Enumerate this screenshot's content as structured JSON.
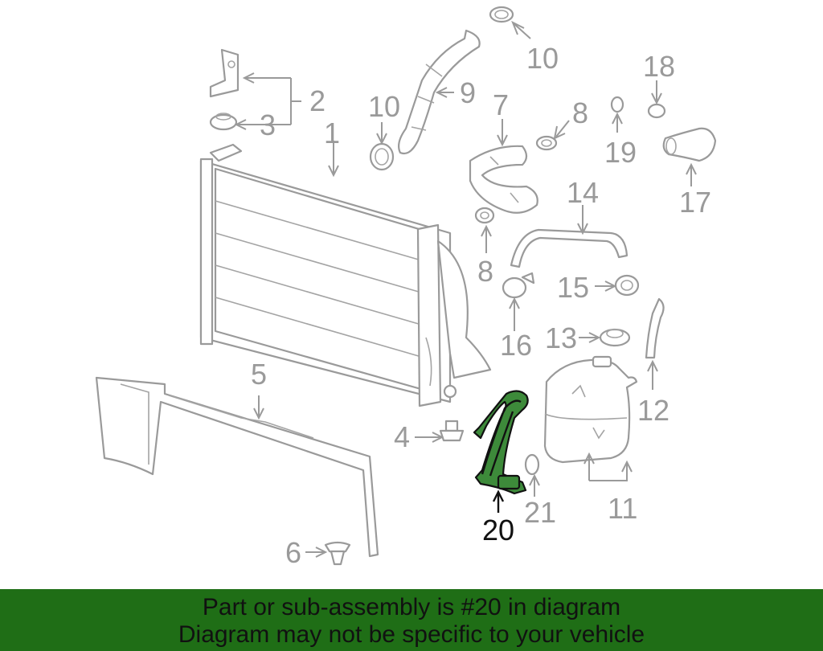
{
  "labels": {
    "p1": "1",
    "p2": "2",
    "p3": "3",
    "p4": "4",
    "p5": "5",
    "p6": "6",
    "p7": "7",
    "p8a": "8",
    "p8b": "8",
    "p9": "9",
    "p10a": "10",
    "p10b": "10",
    "p11": "11",
    "p12": "12",
    "p13": "13",
    "p14": "14",
    "p15": "15",
    "p16": "16",
    "p17": "17",
    "p18": "18",
    "p19": "19",
    "p20": "20",
    "p21": "21"
  },
  "banner": {
    "line1": "Part or sub-assembly is #20 in diagram",
    "line2": "Diagram may not be specific to your vehicle"
  },
  "colors": {
    "highlight_part": "#3d8a3a",
    "banner_background": "#1f6e16",
    "line_art": "#9a9a9a"
  }
}
